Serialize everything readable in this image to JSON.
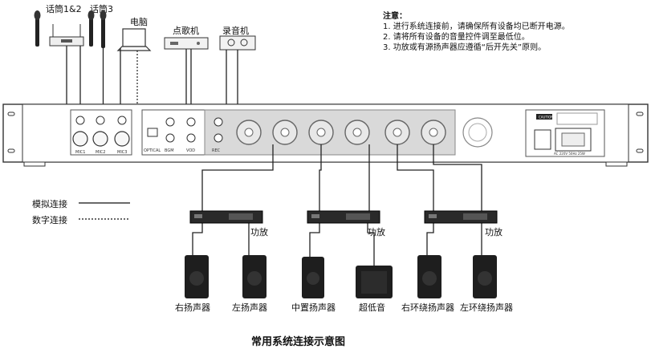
{
  "devices": {
    "mic12": "话筒1&2",
    "mic3": "话筒3",
    "pc": "电脑",
    "karaoke": "点歌机",
    "recorder": "录音机"
  },
  "notes": {
    "title": "注意：",
    "items": [
      "1. 进行系统连接前，请确保所有设备均已断开电源。",
      "2. 请将所有设备的音量控件调至最低位。",
      "3. 功放或有源扬声器应遵循“后开先关”原则。"
    ]
  },
  "legend": {
    "analog": "模拟连接",
    "digital": "数字连接"
  },
  "panel": {
    "inputs": [
      "MIC1",
      "MIC2",
      "MIC3",
      "OPTICAL",
      "BGM",
      "VOD",
      "REC"
    ],
    "caution": "CAUTION",
    "power_rating": "AC 220V 50Hz 25W"
  },
  "amplifiers": [
    "功放",
    "功放",
    "功放"
  ],
  "speakers": [
    "右扬声器",
    "左扬声器",
    "中置扬声器",
    "超低音",
    "右环绕扬声器",
    "左环绕扬声器"
  ],
  "caption": "常用系统连接示意图"
}
